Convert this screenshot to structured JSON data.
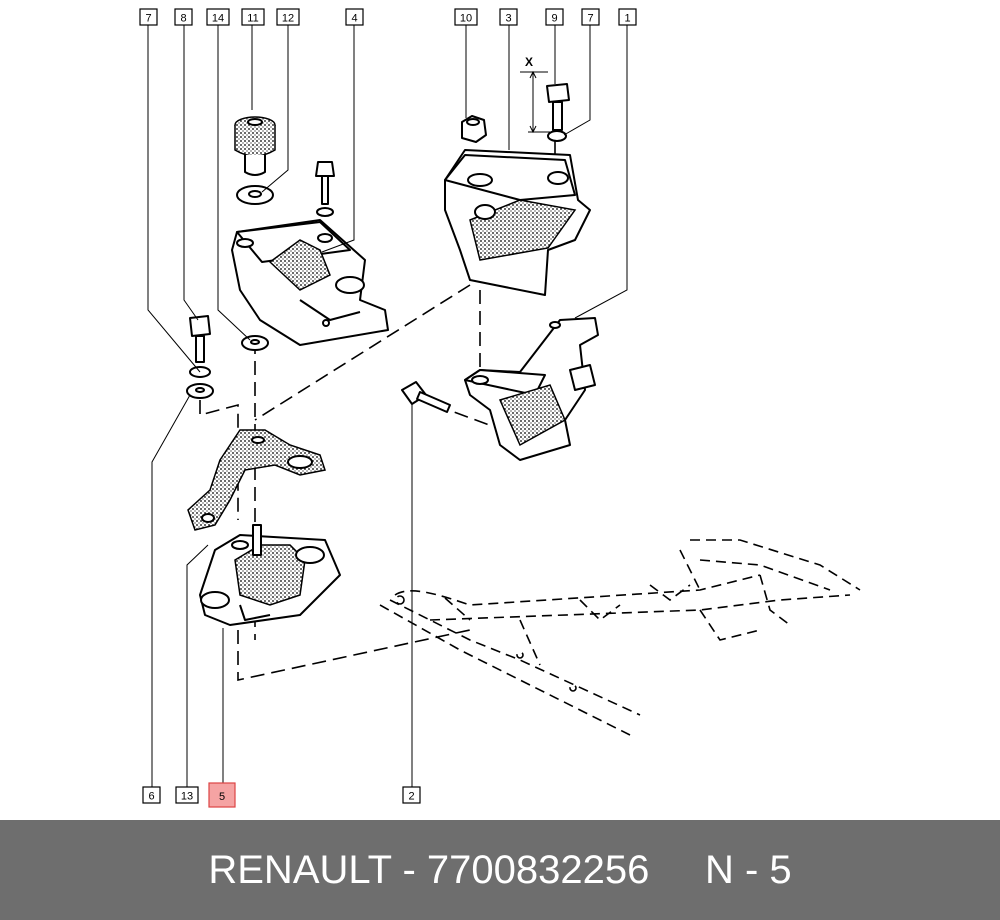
{
  "callouts": {
    "c7a": "7",
    "c8": "8",
    "c14": "14",
    "c11": "11",
    "c12": "12",
    "c4": "4",
    "c10": "10",
    "c3": "3",
    "c9": "9",
    "c7b": "7",
    "c1": "1",
    "c6": "6",
    "c13": "13",
    "c5": "5",
    "c2": "2"
  },
  "dimension_label": "X",
  "footer": {
    "text": "RENAULT - 7700832256     N - 5"
  },
  "colors": {
    "highlight": "#f5a3a3",
    "footer_bg": "#6e6e6e"
  }
}
